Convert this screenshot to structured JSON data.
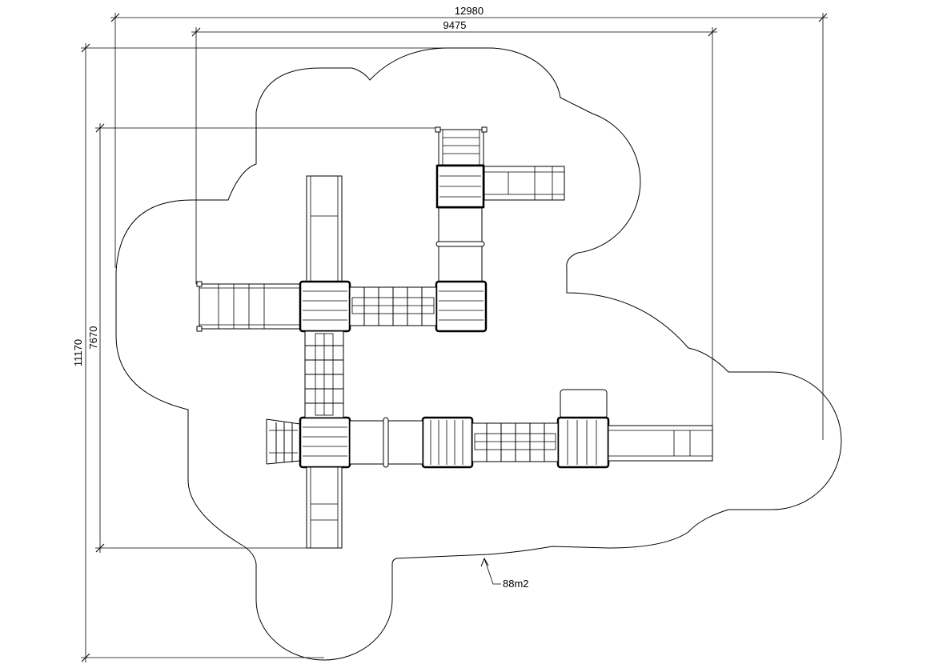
{
  "drawing": {
    "dimensions": {
      "overall_width": "12980",
      "equipment_width": "9475",
      "overall_depth": "11170",
      "equipment_depth": "7670"
    },
    "area_label": "88m2",
    "colors": {
      "line": "#000000",
      "background": "#ffffff"
    }
  }
}
